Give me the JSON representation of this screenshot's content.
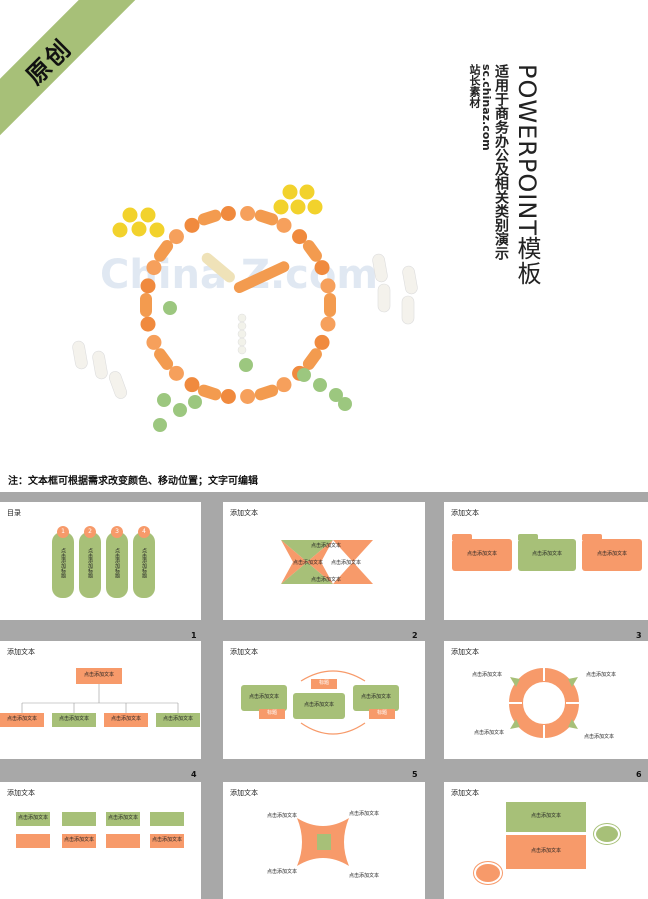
{
  "badge": "原创",
  "vertical": {
    "title": "POWERPOINT模板",
    "subtitle": "适用于商务办公及相关类别演示",
    "url": "sc.chinaz.com",
    "site": "站长素材"
  },
  "watermark": "China Z.com",
  "note": "注：文本框可根据需求改变颜色、移动位置；文字可编辑",
  "colors": {
    "orange": "#f79a6a",
    "green": "#a7c078",
    "grid_bg": "#a8a8a8"
  },
  "page_numbers": [
    "1",
    "2",
    "3",
    "4",
    "5",
    "6"
  ],
  "slides": [
    {
      "title": "目录",
      "numbers": [
        "1",
        "2",
        "3",
        "4"
      ],
      "item_label": "点击添加标题"
    },
    {
      "title": "添加文本",
      "label": "点击添加文本"
    },
    {
      "title": "添加文本",
      "label": "点击添加文本"
    },
    {
      "title": "添加文本",
      "label": "点击添加文本"
    },
    {
      "title": "添加文本",
      "label": "点击添加文本",
      "small": "标题"
    },
    {
      "title": "添加文本",
      "label": "点击添加文本"
    },
    {
      "title": "添加文本",
      "label": "点击添加文本"
    },
    {
      "title": "添加文本",
      "label": "点击添加文本"
    },
    {
      "title": "添加文本",
      "label": "点击添加文本"
    }
  ]
}
